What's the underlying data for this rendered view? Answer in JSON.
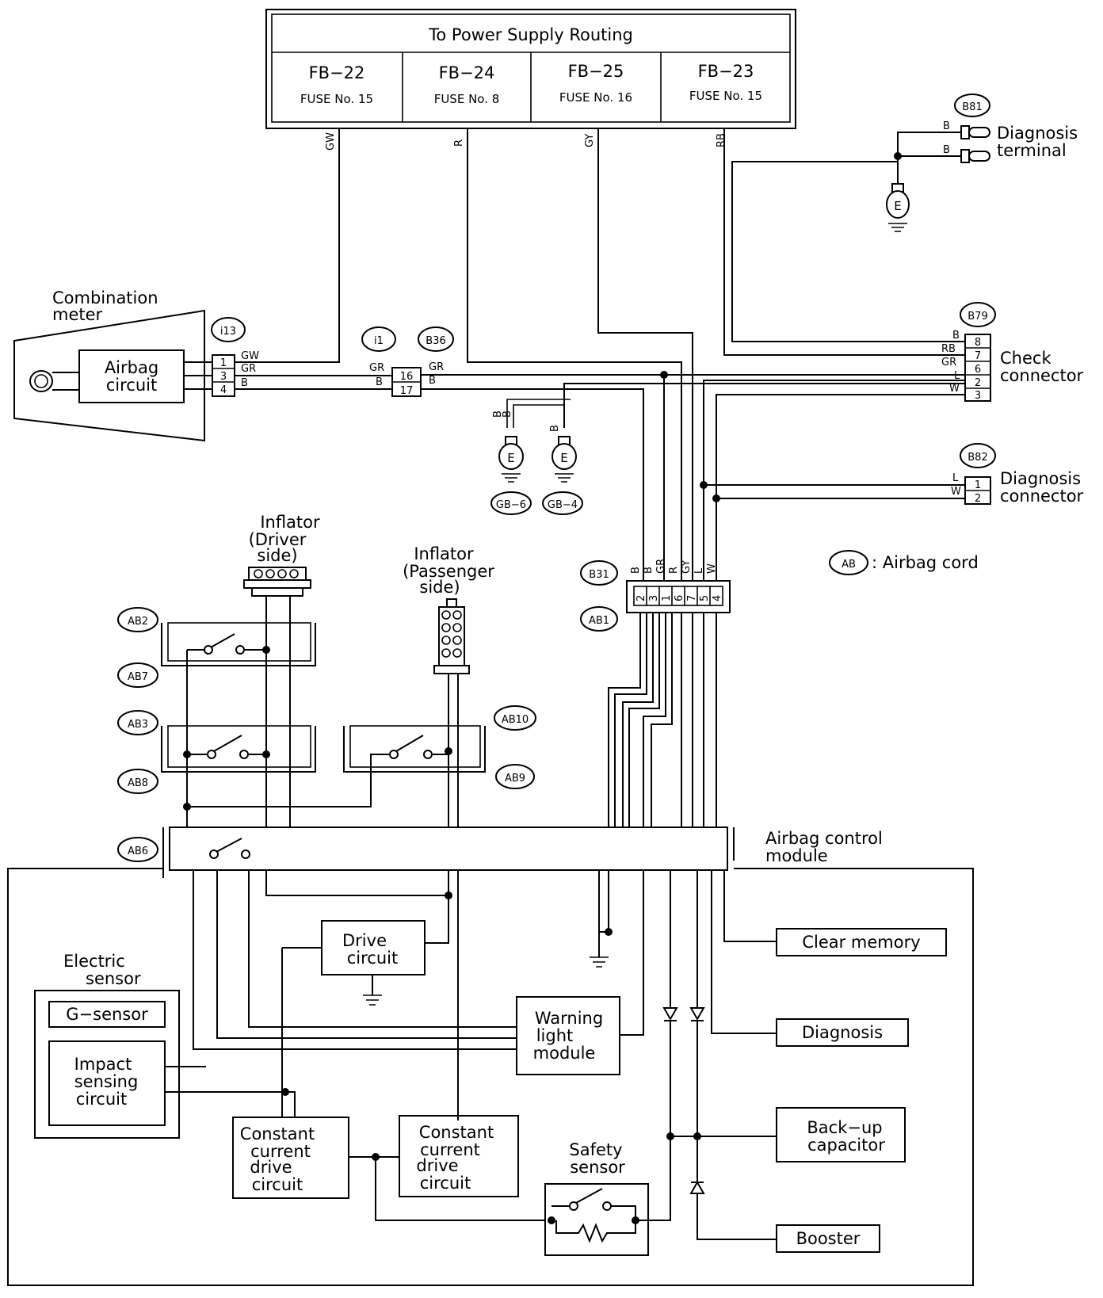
{
  "power": {
    "title": "To Power Supply Routing",
    "fuses": [
      {
        "name": "FB−22",
        "fuse": "FUSE No. 15",
        "wire": "GW"
      },
      {
        "name": "FB−24",
        "fuse": "FUSE No. 8",
        "wire": "R"
      },
      {
        "name": "FB−25",
        "fuse": "FUSE No. 16",
        "wire": "GY"
      },
      {
        "name": "FB−23",
        "fuse": "FUSE No. 15",
        "wire": "RB"
      }
    ]
  },
  "connectors": {
    "b81": "B81",
    "i13": "i13",
    "i1": "i1",
    "b36": "B36",
    "b79": "B79",
    "b82": "B82",
    "b31": "B31",
    "ab1": "AB1",
    "ab2": "AB2",
    "ab7": "AB7",
    "ab3": "AB3",
    "ab8": "AB8",
    "ab6": "AB6",
    "ab10": "AB10",
    "ab9": "AB9",
    "gb6": "GB−6",
    "gb4": "GB−4",
    "ab": "AB"
  },
  "labels": {
    "diag_term_1": "Diagnosis",
    "diag_term_2": "terminal",
    "comb_1": "Combination",
    "comb_2": "meter",
    "airbag_1": "Airbag",
    "airbag_2": "circuit",
    "check_1": "Check",
    "check_2": "connector",
    "diag_conn_1": "Diagnosis",
    "diag_conn_2": "connector",
    "airbag_cord": ": Airbag cord",
    "infl_d_1": "Inflator",
    "infl_d_2": "(Driver",
    "infl_d_3": "side)",
    "infl_p_1": "Inflator",
    "infl_p_2": "(Passenger",
    "infl_p_3": "side)",
    "acm_1": "Airbag control",
    "acm_2": "module",
    "drive_1": "Drive",
    "drive_2": "circuit",
    "elec_1": "Electric",
    "elec_2": "sensor",
    "gsensor": "G−sensor",
    "impact_1": "Impact",
    "impact_2": "sensing",
    "impact_3": "circuit",
    "warn_1": "Warning",
    "warn_2": "light",
    "warn_3": "module",
    "ccd_1": "Constant",
    "ccd_2": "current",
    "ccd_3": "drive",
    "ccd_4": "circuit",
    "safety_1": "Safety",
    "safety_2": "sensor",
    "clear_memory": "Clear memory",
    "diagnosis": "Diagnosis",
    "backup_1": "Back−up",
    "backup_2": "capacitor",
    "booster": "Booster",
    "e": "E"
  },
  "wires": {
    "b": "B",
    "gr": "GR",
    "gw": "GW",
    "l": "L",
    "w": "W",
    "r": "R",
    "gy": "GY",
    "rb": "RB"
  },
  "pins": {
    "i13": [
      "1",
      "3",
      "4"
    ],
    "b36": [
      "16",
      "17"
    ],
    "b79": [
      "8",
      "7",
      "6",
      "2",
      "3"
    ],
    "b82": [
      "1",
      "2"
    ],
    "b31": [
      "2",
      "3",
      "1",
      "6",
      "7",
      "5",
      "4"
    ],
    "b31_wires": [
      "B",
      "B",
      "GR",
      "R",
      "GY",
      "L",
      "W"
    ]
  }
}
